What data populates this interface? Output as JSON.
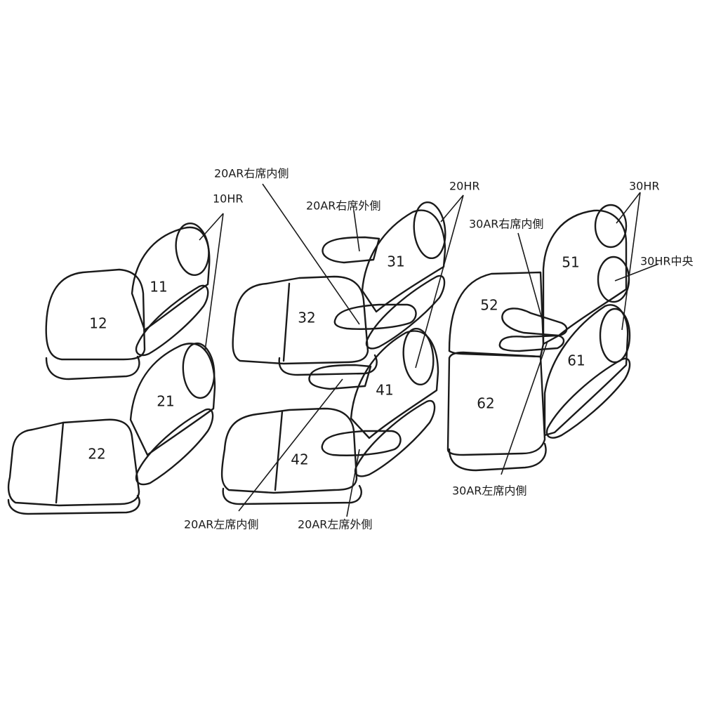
{
  "seats": {
    "n11": "11",
    "n12": "12",
    "n21": "21",
    "n22": "22",
    "n31": "31",
    "n32": "32",
    "n41": "41",
    "n42": "42",
    "n51": "51",
    "n52": "52",
    "n61": "61",
    "n62": "62"
  },
  "labels": {
    "hr10": "10HR",
    "ar20_right_inner": "20AR右席内側",
    "ar20_right_outer": "20AR右席外側",
    "hr20": "20HR",
    "ar30_right_inner": "30AR右席内側",
    "hr30": "30HR",
    "hr30_center": "30HR中央",
    "ar30_left_inner": "30AR左席内側",
    "ar20_left_inner": "20AR左席内側",
    "ar20_left_outer": "20AR左席外側"
  }
}
